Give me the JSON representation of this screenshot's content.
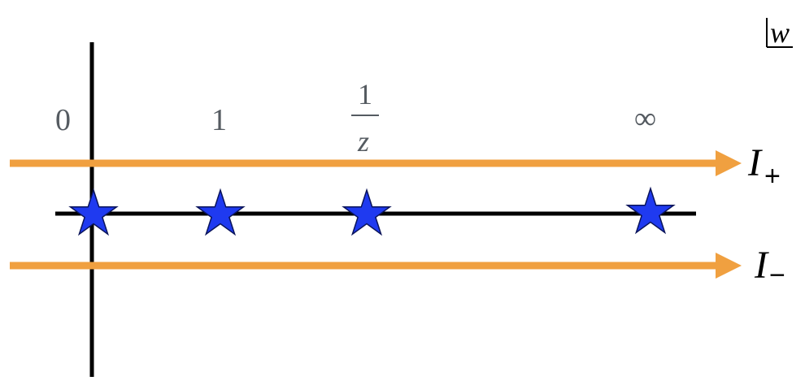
{
  "plane": {
    "label": "w"
  },
  "points": [
    {
      "id": "zero",
      "label": "0"
    },
    {
      "id": "one",
      "label": "1"
    },
    {
      "id": "one-over-z",
      "numerator": "1",
      "denominator": "z"
    },
    {
      "id": "infinity",
      "label": "∞"
    }
  ],
  "contours": [
    {
      "id": "i-plus",
      "label": "I",
      "subscript": "+"
    },
    {
      "id": "i-minus",
      "label": "I",
      "subscript": "−"
    }
  ],
  "colors": {
    "axis": "#000000",
    "contour": "#f0a040",
    "star_fill": "#1f3af0",
    "star_stroke": "#0a145a",
    "label_gray": "#555b61"
  }
}
